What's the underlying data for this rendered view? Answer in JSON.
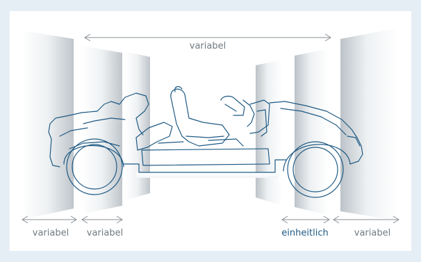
{
  "diagram": {
    "top_dimension_label": "variabel",
    "bottom_labels": {
      "rear_outer": "variabel",
      "rear_inner": "variabel",
      "front_inner": "einheitlich",
      "front_outer": "variabel"
    }
  },
  "colors": {
    "background": "#e6eef5",
    "card": "#ffffff",
    "panel_light": "#f3f5f7",
    "panel_dark": "#c9ced3",
    "car_outline": "#1f5a84",
    "dimension_line": "#8a9197",
    "accent_label": "#1f5a84"
  }
}
